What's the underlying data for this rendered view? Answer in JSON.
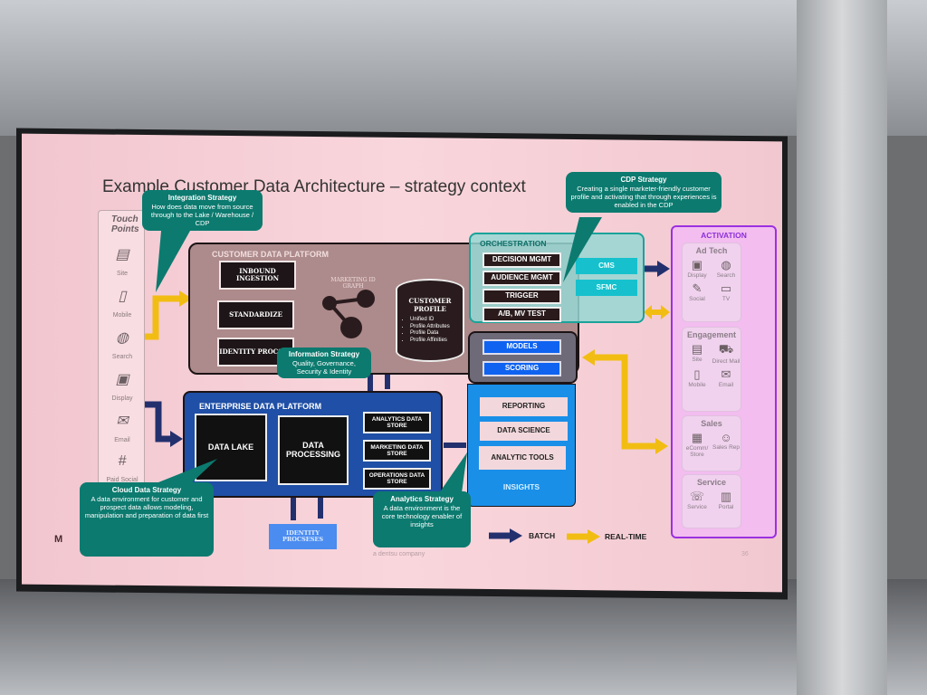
{
  "slide": {
    "title": "Example Customer Data Architecture – strategy context",
    "footer_company": "a dentsu company",
    "page_number": "36",
    "logo": "M"
  },
  "touch_points": {
    "title": "Touch Points",
    "items": [
      "Site",
      "Mobile",
      "Search",
      "Display",
      "Email",
      "Paid Social"
    ]
  },
  "cdp": {
    "title": "CUSTOMER DATA PLATFORM",
    "steps": [
      "INBOUND INGESTION",
      "STANDARDIZE",
      "IDENTITY PROCSES"
    ],
    "id_graph": "MARKETING ID GRAPH",
    "profile_title": "CUSTOMER PROFILE",
    "profile_items": [
      "Unified ID",
      "Profile Attributes",
      "Profile Data",
      "Profile Affinities"
    ]
  },
  "orchestration": {
    "title": "ORCHESTRATION",
    "items": [
      "DECISION MGMT",
      "AUDIENCE MGMT",
      "TRIGGER",
      "A/B, MV TEST"
    ],
    "channels": [
      "CMS",
      "SFMC"
    ]
  },
  "modeling": {
    "items": [
      "MODELS",
      "SCORING"
    ]
  },
  "insights": {
    "title": "INSIGHTS",
    "items": [
      "REPORTING",
      "DATA SCIENCE",
      "ANALYTIC TOOLS"
    ]
  },
  "edp": {
    "title": "ENTERPRISE DATA PLATFORM",
    "lake": "DATA LAKE",
    "processing": "DATA PROCESSING",
    "stores": [
      "ANALYTICS DATA STORE",
      "MARKETING DATA STORE",
      "OPERATIONS DATA STORE"
    ],
    "identity": "IDENTITY PROCSESES"
  },
  "activation": {
    "title": "ACTIVATION",
    "sections": [
      {
        "title": "Ad Tech",
        "items": [
          "Display",
          "Search",
          "Social",
          "TV"
        ]
      },
      {
        "title": "Engagement",
        "items": [
          "Site",
          "Direct Mail",
          "Mobile",
          "Email"
        ]
      },
      {
        "title": "Sales",
        "items": [
          "eComm/ Store",
          "Sales Rep"
        ]
      },
      {
        "title": "Service",
        "items": [
          "Service",
          "Portal"
        ]
      }
    ]
  },
  "callouts": {
    "integration": {
      "title": "Integration Strategy",
      "text": "How does data move from source through to the Lake / Warehouse / CDP"
    },
    "cdp": {
      "title": "CDP Strategy",
      "text": "Creating a single marketer-friendly customer profile and activating that through experiences is enabled in the CDP"
    },
    "information": {
      "title": "Information Strategy",
      "text": "Quality, Governance, Security & Identity"
    },
    "cloud": {
      "title": "Cloud Data Strategy",
      "text": "A data environment for customer and prospect data allows modeling, manipulation and preparation of data first"
    },
    "analytics": {
      "title": "Analytics Strategy",
      "text": "A data environment is the core technology enabler of insights"
    }
  },
  "legend": {
    "batch": "BATCH",
    "realtime": "REAL-TIME"
  },
  "colors": {
    "batch": "#23306e",
    "realtime": "#f2bd12",
    "callout": "#0c7a6f",
    "insights": "#1a8fe8",
    "edp": "#1f4fa6",
    "activation_border": "#9b30e0"
  }
}
